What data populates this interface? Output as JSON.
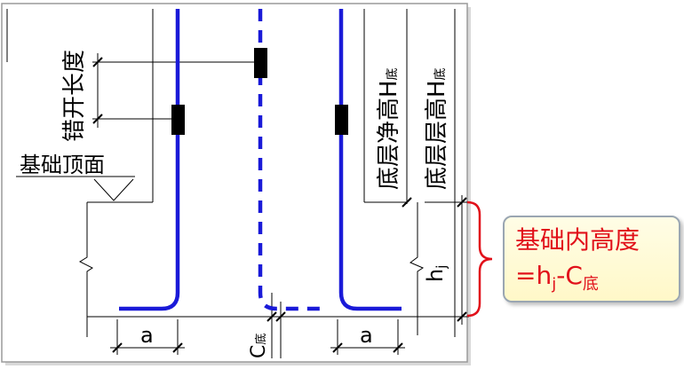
{
  "labels": {
    "lap_length": "错开长度",
    "foundation_top": "基础顶面",
    "clear_height": "底层净高H",
    "clear_height_sub": "底",
    "floor_height": "底层层高H",
    "floor_height_sub": "底",
    "a_left": "a",
    "a_right": "a",
    "cover_main": "C",
    "cover_sub": "底",
    "hj_main": "h",
    "hj_sub": "j"
  },
  "callout": {
    "title": "基础内高度",
    "formula_prefix": "=h",
    "formula_sub1": "j",
    "formula_mid": "-C",
    "formula_sub2": "底"
  },
  "colors": {
    "rebar": "#1a1ad8",
    "line": "#000000",
    "bracket": "#e1101a",
    "callout_text": "#e1101a"
  }
}
